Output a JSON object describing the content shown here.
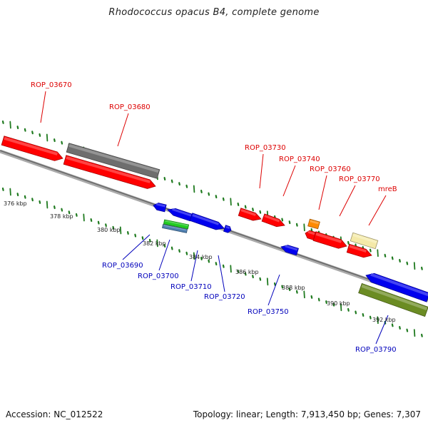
{
  "title": "Rhodococcus opacus B4, complete genome",
  "colors": {
    "red": "#ff0000",
    "gray": "#6e6e6e",
    "blue": "#0000ee",
    "green": "#22cc22",
    "steel": "#4f7fb0",
    "orange": "#ff8a00",
    "cream": "#f4e9a8",
    "olive": "#6b8c23",
    "axis": "#8a8a8a",
    "tick": "#1f7a1f",
    "label_top": "#dd0000",
    "label_bottom": "#0000bb"
  },
  "scale_labels": [
    "376 kbp",
    "378 kbp",
    "380 kbp",
    "382 kbp",
    "384 kbp",
    "386 kbp",
    "388 kbp",
    "390 kbp",
    "392 kbp"
  ],
  "genes_top": [
    {
      "label": "ROP_03670"
    },
    {
      "label": "ROP_03680"
    },
    {
      "label": "ROP_03730"
    },
    {
      "label": "ROP_03740"
    },
    {
      "label": "ROP_03760"
    },
    {
      "label": "ROP_03770"
    },
    {
      "label": "mreB"
    }
  ],
  "genes_bottom": [
    {
      "label": "ROP_03690"
    },
    {
      "label": "ROP_03700"
    },
    {
      "label": "ROP_03710"
    },
    {
      "label": "ROP_03720"
    },
    {
      "label": "ROP_03750"
    },
    {
      "label": "ROP_03790"
    }
  ],
  "footer": {
    "accession": "Accession: NC_012522",
    "summary": "Topology: linear; Length: 7,913,450 bp; Genes: 7,307"
  }
}
